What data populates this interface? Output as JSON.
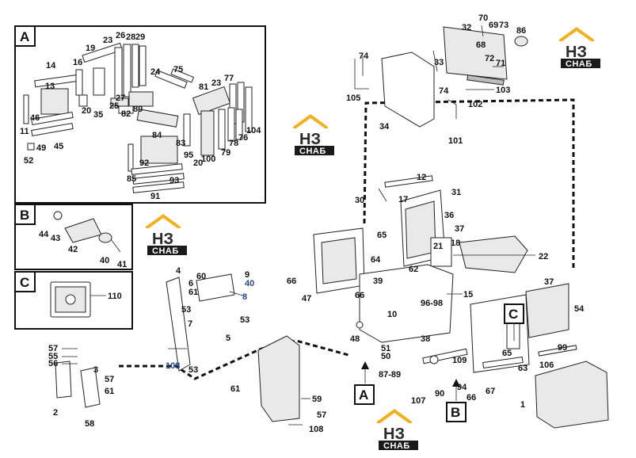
{
  "diagram": {
    "insets": [
      {
        "id": "A",
        "label": "A"
      },
      {
        "id": "B",
        "label": "B"
      },
      {
        "id": "C",
        "label": "C"
      }
    ],
    "main_labels": {
      "A": "A",
      "B": "B",
      "C": "C"
    },
    "watermark": {
      "letters": "НЗ",
      "word": "СНАБ",
      "color_roof": "#f2b01e",
      "color_text": "#2a2a2a",
      "color_band": "#1a1a1a"
    },
    "callouts_A": [
      "14",
      "13",
      "16",
      "19",
      "23",
      "26",
      "28",
      "29",
      "27",
      "25",
      "35",
      "20",
      "82",
      "80",
      "24",
      "75",
      "81",
      "23",
      "77",
      "46",
      "11",
      "49",
      "45",
      "52",
      "84",
      "95",
      "83",
      "20",
      "100",
      "79",
      "78",
      "76",
      "104",
      "85",
      "92",
      "93",
      "91"
    ],
    "callouts_B": [
      "44",
      "43",
      "42",
      "40",
      "41"
    ],
    "callouts_C": [
      "110"
    ],
    "callouts_main": [
      "70",
      "69",
      "73",
      "86",
      "32",
      "68",
      "72",
      "71",
      "74",
      "33",
      "105",
      "74",
      "103",
      "102",
      "34",
      "101",
      "12",
      "17",
      "30",
      "31",
      "36",
      "37",
      "65",
      "18",
      "21",
      "22",
      "64",
      "62",
      "66",
      "39",
      "47",
      "66",
      "15",
      "96-98",
      "10",
      "38",
      "48",
      "51",
      "50",
      "87-89",
      "109",
      "107",
      "90",
      "94",
      "66",
      "67",
      "65",
      "63",
      "37",
      "54",
      "99",
      "106",
      "1",
      "4",
      "60",
      "9",
      "40",
      "6",
      "61",
      "8",
      "53",
      "53",
      "7",
      "5",
      "108",
      "53",
      "61",
      "57",
      "55",
      "56",
      "3",
      "57",
      "61",
      "2",
      "58",
      "59",
      "57",
      "108"
    ]
  }
}
